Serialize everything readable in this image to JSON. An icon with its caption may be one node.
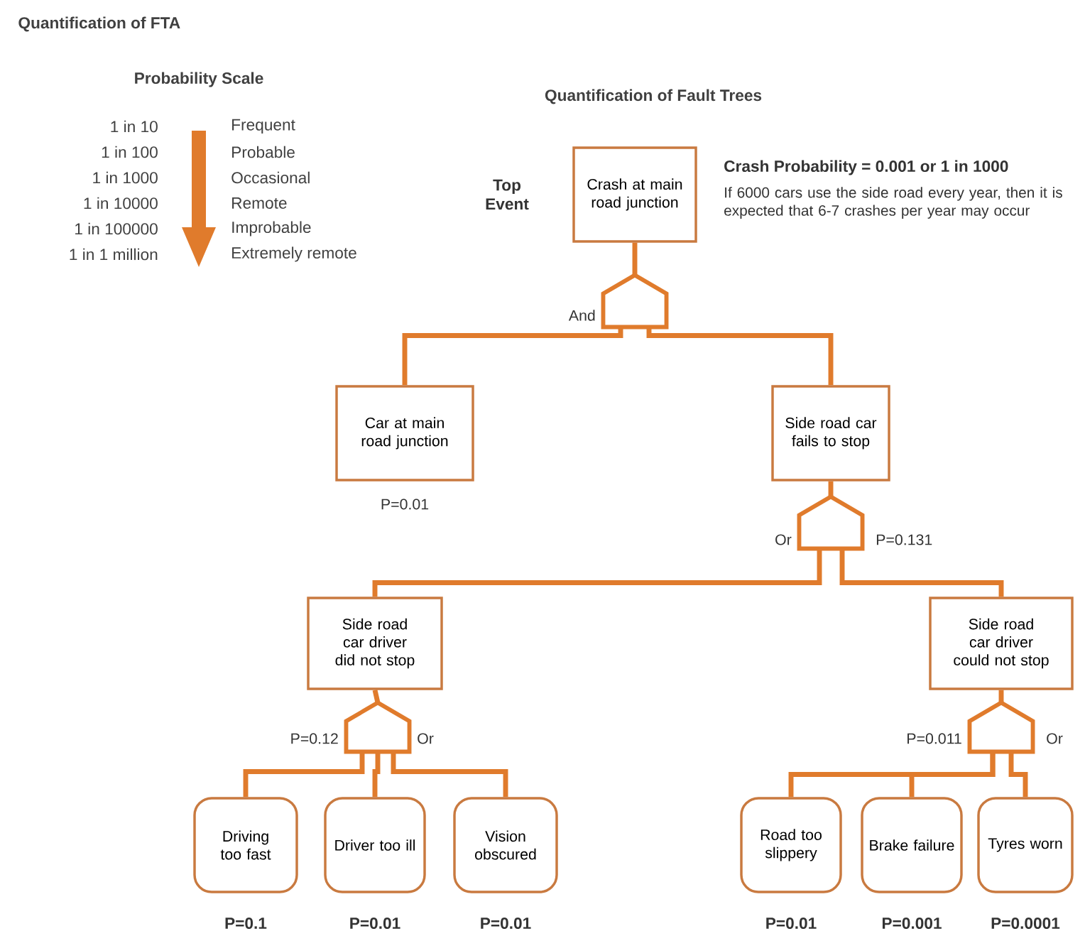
{
  "diagram": {
    "title": "Quantification of FTA",
    "nodes": [
      {
        "text": [
          "Crash at main road junction"
        ],
        "beside": [
          "Top Event",
          "Crash Probability = 0.001 or 1 in 1000",
          "If 6000 cars use the side road every year, then it is expected that 6-7 crashes per year may occur"
        ]
      },
      {
        "text": [],
        "shape": "pentagon",
        "beside": [
          "And"
        ]
      },
      {
        "text": [
          "Car at main road junction"
        ],
        "beside": [
          "P=0.01"
        ]
      },
      {
        "text": [
          "Side road car fails to stop"
        ]
      },
      {
        "text": [],
        "shape": "pentagon",
        "beside": [
          "Or",
          "P=0.131"
        ]
      },
      {
        "text": [
          "Side road car driver did not stop"
        ]
      },
      {
        "text": [
          "Side road car driver could not stop"
        ]
      },
      {
        "text": [],
        "shape": "pentagon",
        "beside": [
          "P=0.12",
          "Or"
        ]
      },
      {
        "text": [
          "Driving too fast"
        ],
        "beside": [
          "P=0.1"
        ]
      },
      {
        "text": [
          "Driver too ill"
        ],
        "beside": [
          "P=0.01"
        ]
      },
      {
        "text": [
          "Vision obscured"
        ],
        "beside": [
          "P=0.01"
        ]
      },
      {
        "text": [],
        "shape": "pentagon",
        "beside": [
          "P=0.011",
          "Or"
        ]
      },
      {
        "text": [
          "Road too slippery"
        ],
        "beside": [
          "P=0.01"
        ]
      },
      {
        "text": [
          "Brake failure"
        ],
        "beside": [
          "P=0.001"
        ]
      },
      {
        "text": [
          "Tyres worn"
        ],
        "beside": [
          "P=0.0001"
        ]
      }
    ],
    "edges": [
      {
        "from": 0,
        "to": 1,
        "arrow": "none"
      },
      {
        "from": 1,
        "to": 2,
        "arrow": "none"
      },
      {
        "from": 1,
        "to": 3,
        "arrow": "none"
      },
      {
        "from": 3,
        "to": 4,
        "arrow": "none"
      },
      {
        "from": 4,
        "to": 5,
        "arrow": "none"
      },
      {
        "from": 4,
        "to": 6,
        "arrow": "none"
      },
      {
        "from": 5,
        "to": 7,
        "arrow": "none"
      },
      {
        "from": 7,
        "to": 8,
        "arrow": "none"
      },
      {
        "from": 7,
        "to": 9,
        "arrow": "none"
      },
      {
        "from": 7,
        "to": 10,
        "arrow": "none"
      },
      {
        "from": 6,
        "to": 11,
        "arrow": "none"
      },
      {
        "from": 11,
        "to": 12,
        "arrow": "none"
      },
      {
        "from": 11,
        "to": 13,
        "arrow": "none"
      },
      {
        "from": 11,
        "to": 14,
        "arrow": "none"
      }
    ],
    "labels": [
      "Probability Scale",
      "Quantification of Fault Trees",
      "1 in 10",
      "Frequent",
      "1 in 100",
      "Probable",
      "1 in 1000",
      "Occasional",
      "1 in 10000",
      "Remote",
      "1 in 100000",
      "Improbable",
      "1 in 1 million",
      "Extremely remote"
    ]
  }
}
